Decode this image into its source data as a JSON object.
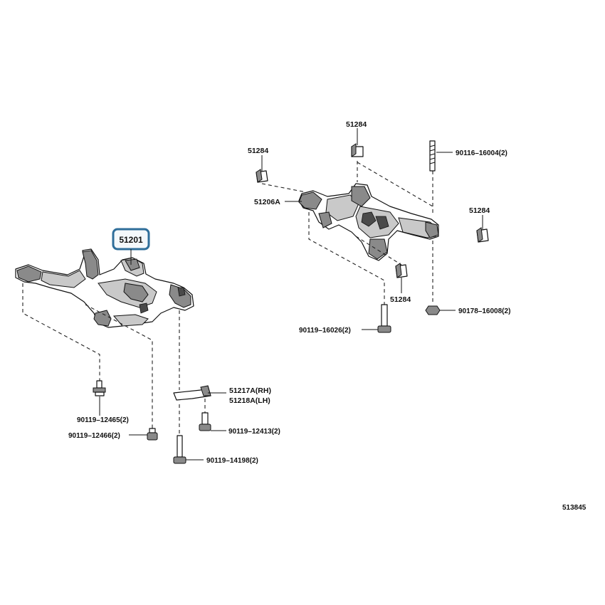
{
  "labels": {
    "front_crossmember": "51201",
    "rear_crossmember": "51206A",
    "stopper_left": "51284",
    "stopper_top": "51284",
    "stopper_right": "51284",
    "stopper_lower": "51284",
    "stud_bolt_top": "90116–16004(2)",
    "nut_right": "90178–16008(2)",
    "bolt_rear": "90119–16026(2)",
    "brace_rh": "51217A(RH)",
    "brace_lh": "51218A(LH)",
    "bolt_12465": "90119–12465(2)",
    "bolt_12466": "90119–12466(2)",
    "bolt_12413": "90119–12413(2)",
    "bolt_14198": "90119–14198(2)",
    "diagram_number": "513845"
  },
  "colors": {
    "highlight_border": "#2f6e9a",
    "line": "#111111"
  }
}
